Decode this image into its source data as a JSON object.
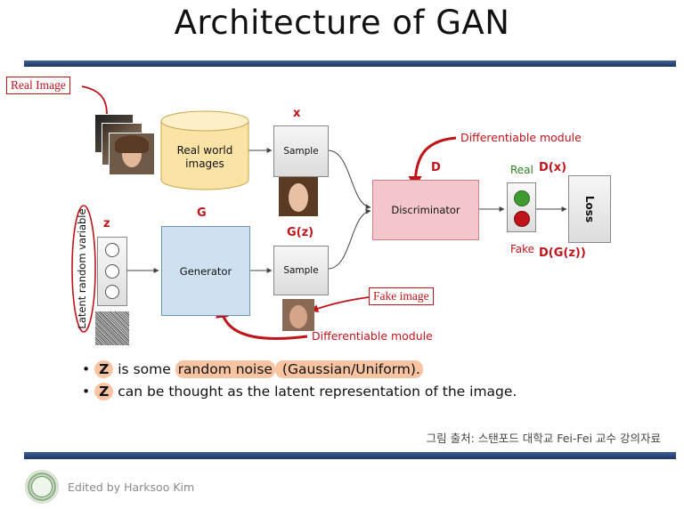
{
  "title": "Architecture of GAN",
  "callouts": {
    "real_image": "Real Image",
    "fake_image": "Fake image"
  },
  "diagram": {
    "x_label": "x",
    "z_label": "z",
    "g_label": "G",
    "gz_label": "G(z)",
    "d_label": "D",
    "real_world_images": "Real world images",
    "sample_top": "Sample",
    "sample_bottom": "Sample",
    "generator": "Generator",
    "discriminator": "Discriminator",
    "latent_random_variable": "Latent random variable",
    "differentiable_module_top": "Differentiable module",
    "differentiable_module_bottom": "Differentiable module",
    "real": "Real",
    "fake": "Fake",
    "dx": "D(x)",
    "dgz": "D(G(z))",
    "loss": "Loss"
  },
  "bullets": [
    {
      "z": "Z",
      "pre": " is some ",
      "highlight": "random noise",
      "post": " (Gaussian/Uniform)."
    },
    {
      "z": "Z",
      "rest": " can be thought as the latent representation of the image."
    }
  ],
  "source": "그림 출처: 스탠포드 대학교 Fei-Fei 교수 강의자료",
  "footer": "Edited by Harksoo Kim",
  "colors": {
    "accent_red": "#c0141b",
    "highlight": "#f9c4a2",
    "generator_fill": "#cfe0f0",
    "discriminator_fill": "#f3c6cc",
    "db_fill": "#fbe3a6",
    "bar_blue": "#2b4476"
  }
}
